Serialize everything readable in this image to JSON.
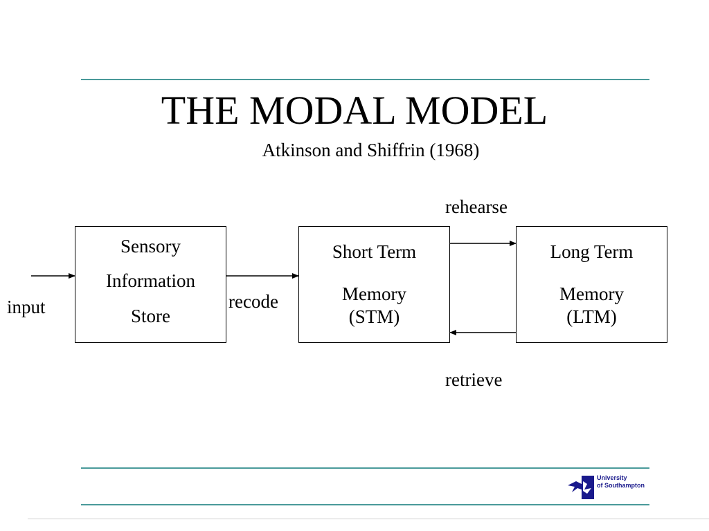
{
  "slide": {
    "title": "THE MODAL MODEL",
    "subtitle": "Atkinson and Shiffrin (1968)",
    "accent_color": "#4a9a9a"
  },
  "diagram": {
    "input_label": "input",
    "recode_label": "recode",
    "rehearse_label": "rehearse",
    "retrieve_label": "retrieve",
    "sensory_box": {
      "line1": "Sensory",
      "line2": "Information",
      "line3": "Store"
    },
    "stm_box": {
      "line1": "Short Term",
      "line2": "Memory",
      "line3": "(STM)"
    },
    "ltm_box": {
      "line1": "Long Term",
      "line2": "Memory",
      "line3": "(LTM)"
    }
  },
  "logo": {
    "line1": "University",
    "line2": "of Southampton",
    "brand_color": "#1a1a8c"
  }
}
